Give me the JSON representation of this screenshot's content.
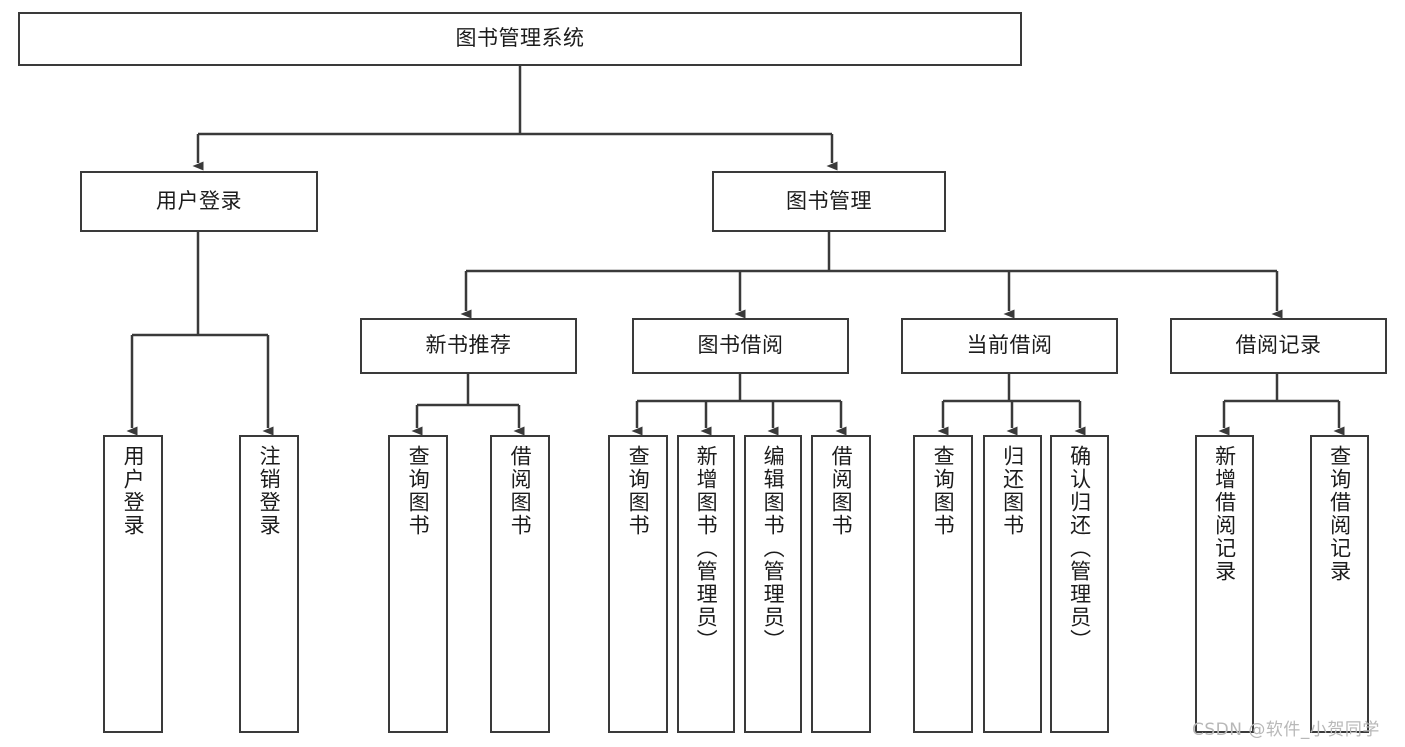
{
  "diagram": {
    "type": "tree-hierarchy",
    "title": "图书管理系统",
    "root": {
      "label": "图书管理系统"
    },
    "level1": [
      {
        "label": "用户登录"
      },
      {
        "label": "图书管理"
      }
    ],
    "level2": [
      {
        "label": "新书推荐"
      },
      {
        "label": "图书借阅"
      },
      {
        "label": "当前借阅"
      },
      {
        "label": "借阅记录"
      }
    ],
    "leaves": {
      "user_login": [
        {
          "label": "用户登录"
        },
        {
          "label": "注销登录"
        }
      ],
      "new_book_recommend": [
        {
          "label": "查询图书"
        },
        {
          "label": "借阅图书"
        }
      ],
      "book_borrow": [
        {
          "label": "查询图书"
        },
        {
          "label": "新增图书（管理员）"
        },
        {
          "label": "编辑图书（管理员）"
        },
        {
          "label": "借阅图书"
        }
      ],
      "current_borrow": [
        {
          "label": "查询图书"
        },
        {
          "label": "归还图书"
        },
        {
          "label": "确认归还（管理员）"
        }
      ],
      "borrow_record": [
        {
          "label": "新增借阅记录"
        },
        {
          "label": "查询借阅记录"
        }
      ]
    }
  },
  "watermark": {
    "text": "CSDN @软件_小贺同学"
  },
  "colors": {
    "stroke": "#3a3a3a",
    "text": "#1c1c1c",
    "background": "#ffffff",
    "watermark": "#b8b8b8"
  }
}
